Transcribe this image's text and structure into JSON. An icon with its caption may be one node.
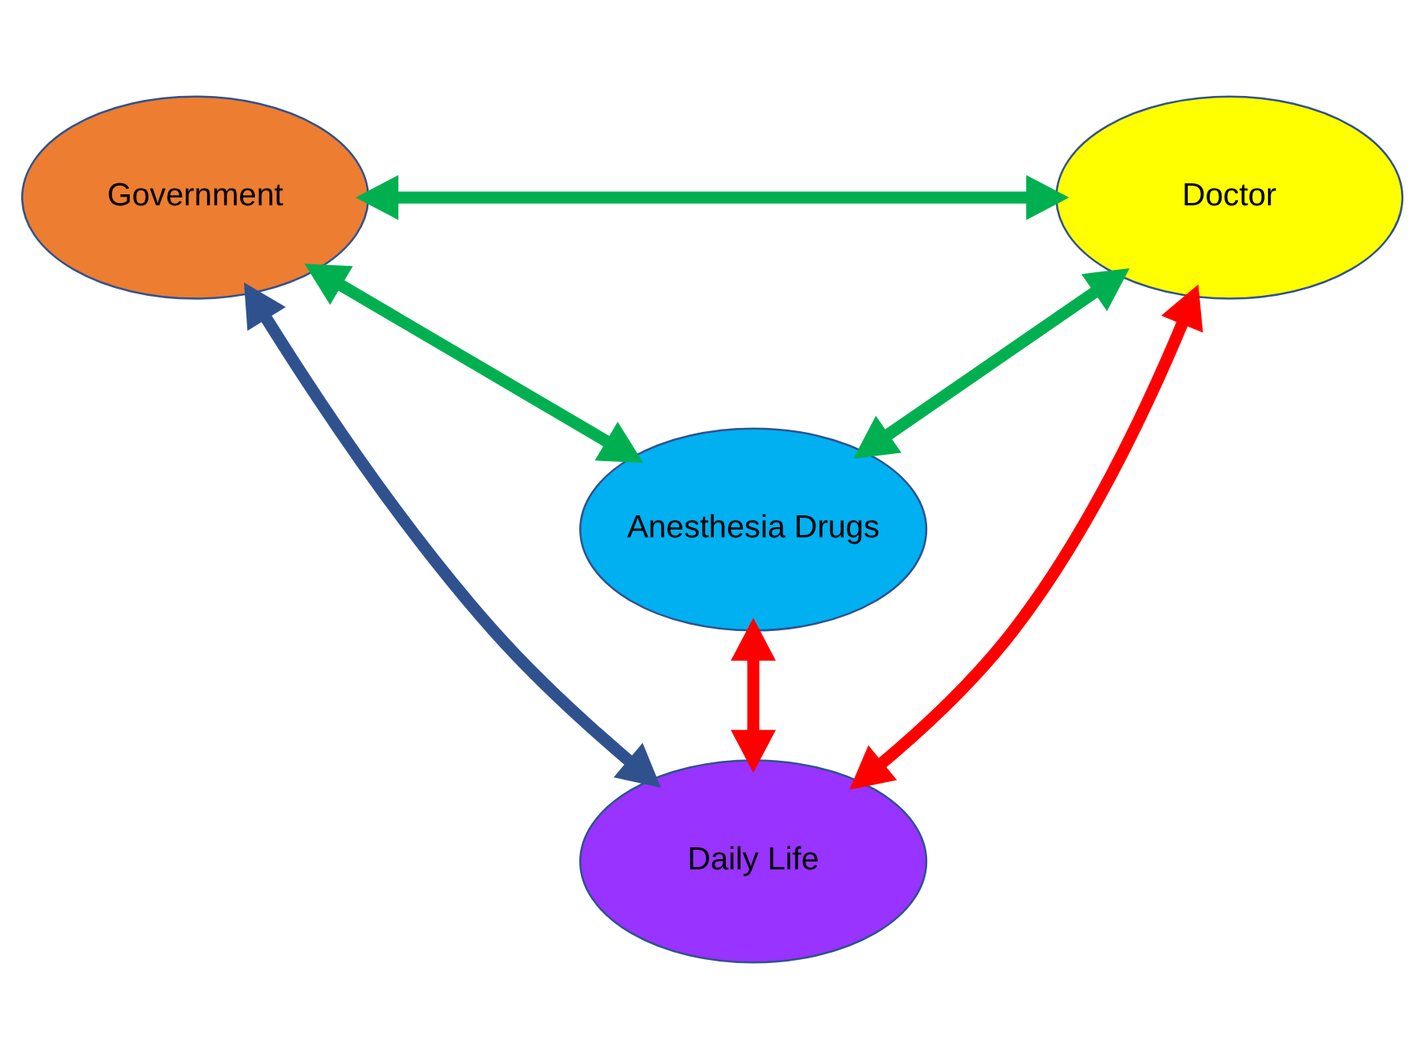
{
  "diagram": {
    "nodes": [
      {
        "text": [
          "Government"
        ]
      },
      {
        "text": [
          "Doctor"
        ]
      },
      {
        "text": [
          "Anesthesia Drugs"
        ]
      },
      {
        "text": [
          "Daily Life"
        ]
      }
    ],
    "edges": [
      {
        "from": 0,
        "to": 1,
        "arrow": "both"
      },
      {
        "from": 0,
        "to": 2,
        "arrow": "both"
      },
      {
        "from": 1,
        "to": 2,
        "arrow": "both"
      },
      {
        "from": 0,
        "to": 3,
        "arrow": "both",
        "color": "#2f528f"
      },
      {
        "from": 2,
        "to": 3,
        "arrow": "both",
        "color": "#ff0000"
      },
      {
        "from": 1,
        "to": 3,
        "arrow": "both",
        "color": "#ff0000"
      }
    ]
  }
}
